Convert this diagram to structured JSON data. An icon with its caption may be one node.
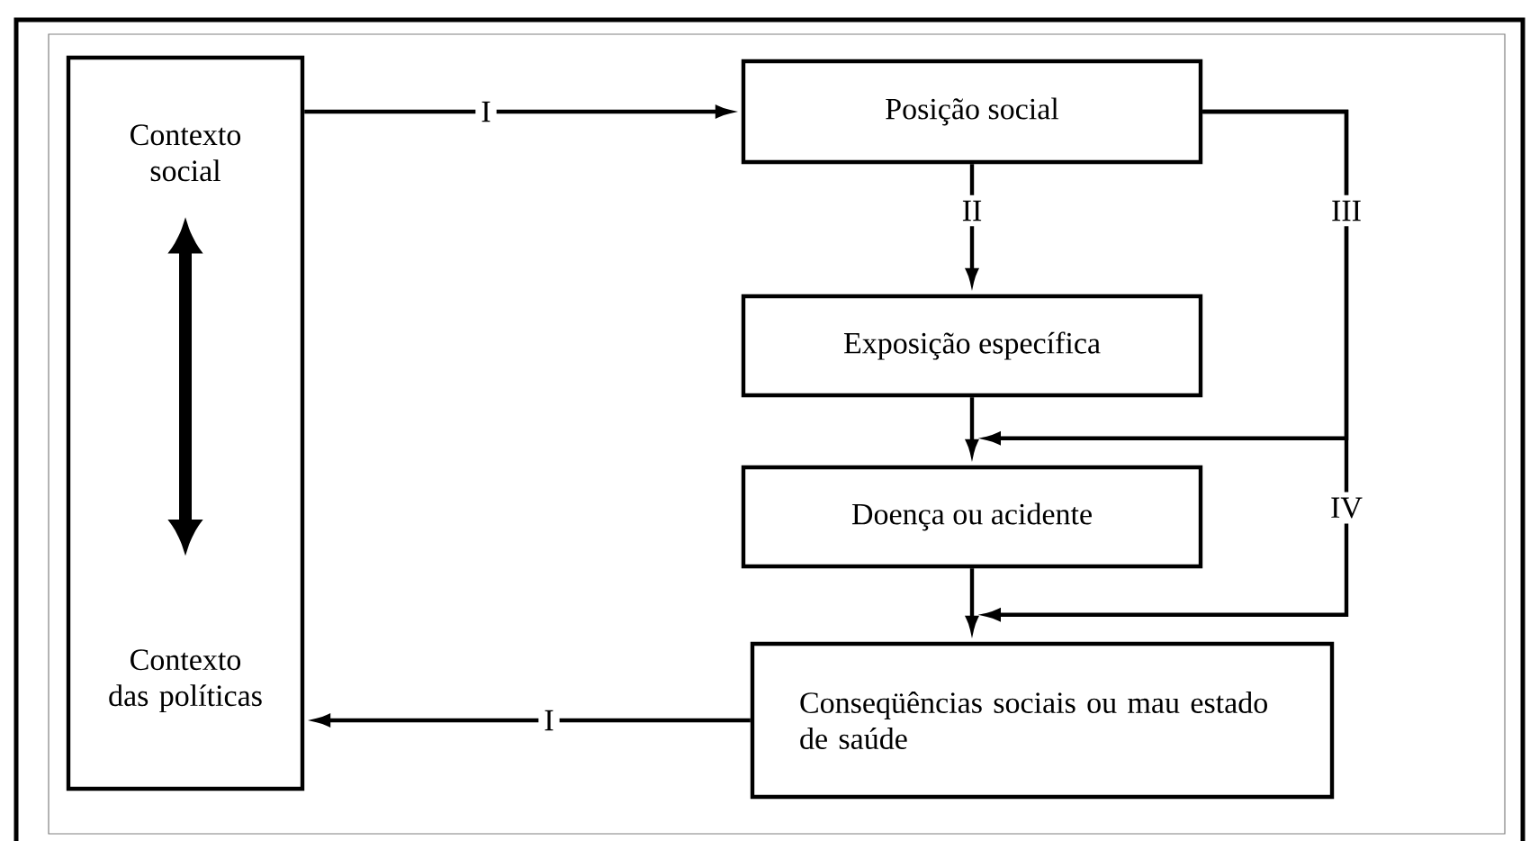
{
  "diagram": {
    "nodes": [
      {
        "text": [],
        "shape": "box"
      },
      {
        "text": [
          "Contexto social"
        ],
        "in": 0
      },
      {
        "text": [
          "Contexto das políticas"
        ],
        "in": 0
      },
      {
        "text": [
          "Posição social"
        ]
      },
      {
        "text": [
          "Exposição específica"
        ]
      },
      {
        "text": [
          "Doença ou acidente"
        ]
      },
      {
        "text": [
          "Conseqüências sociais ou mau estado de saúde"
        ]
      }
    ],
    "edges": [
      {
        "from": 0,
        "to": 3,
        "arrow": "to",
        "label": "I"
      },
      {
        "from": 3,
        "to": 4,
        "arrow": "to",
        "label": "II"
      },
      {
        "from": 4,
        "to": 5,
        "arrow": "to"
      },
      {
        "from": 3,
        "to": 5,
        "arrow": "to",
        "label": "III"
      },
      {
        "from": 5,
        "to": 6,
        "arrow": "to"
      },
      {
        "from": 3,
        "to": 6,
        "arrow": "to",
        "label": "IV"
      },
      {
        "from": 6,
        "to": 0,
        "arrow": "to",
        "label": "I"
      },
      {
        "from": 1,
        "to": 2,
        "arrow": "both",
        "style": "thick"
      }
    ]
  }
}
